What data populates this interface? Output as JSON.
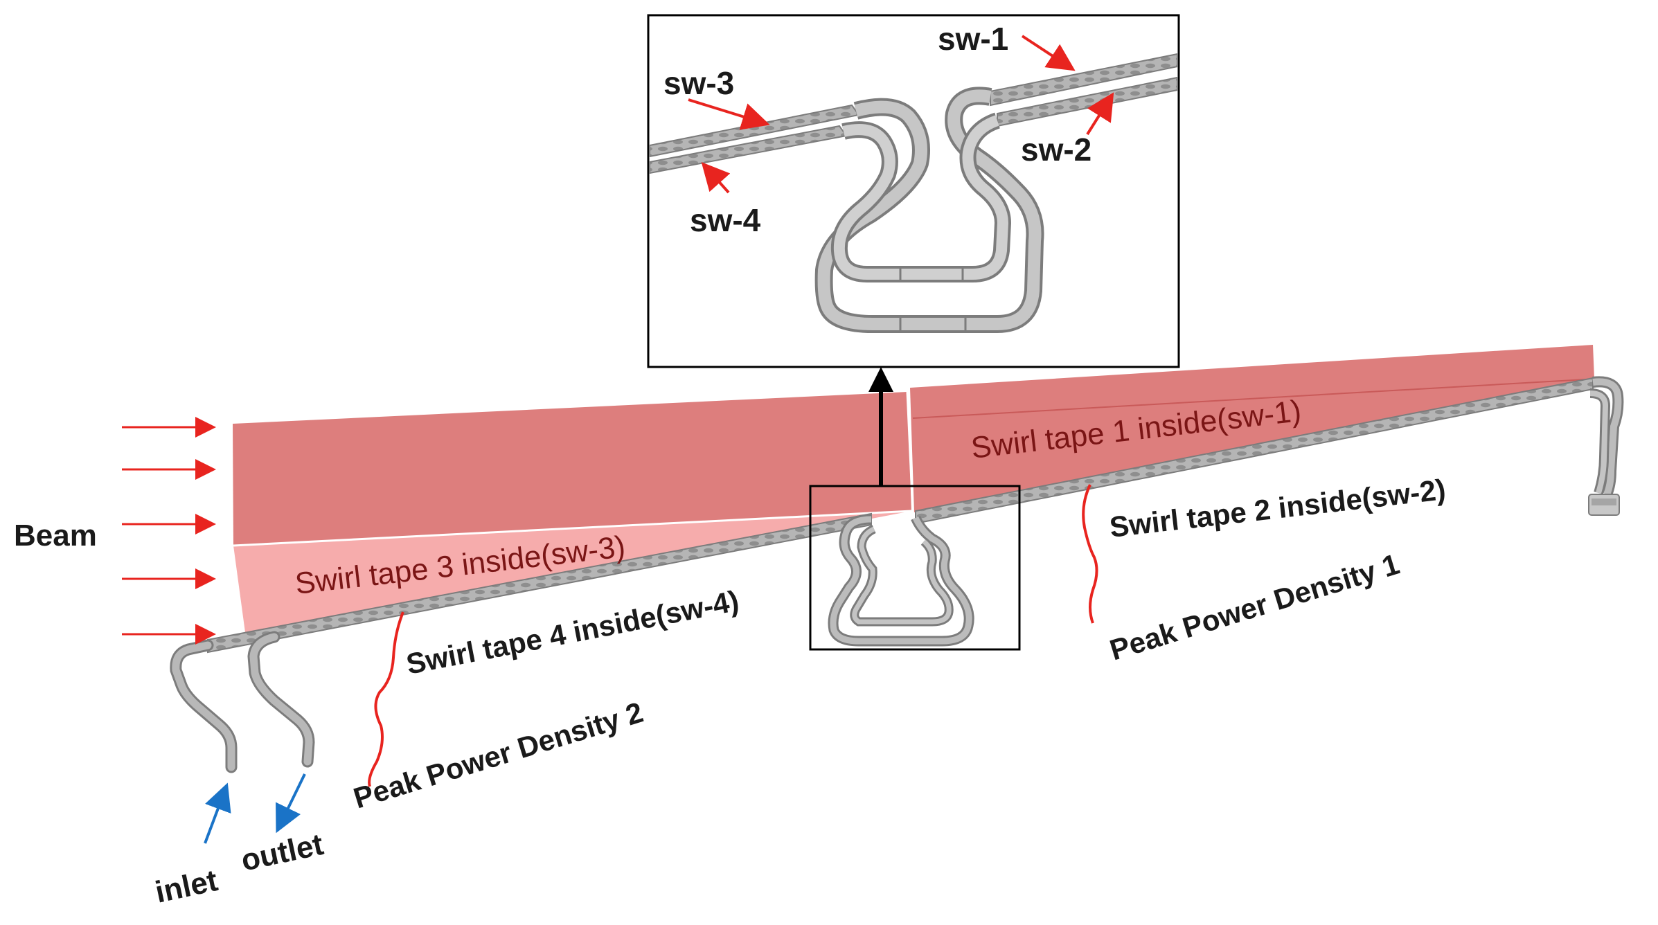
{
  "labels": {
    "beam": "Beam",
    "inlet": "inlet",
    "outlet": "outlet",
    "sw1_region": "Swirl tape 1 inside(sw-1)",
    "sw2_region": "Swirl tape 2 inside(sw-2)",
    "sw3_region": "Swirl tape 3 inside(sw-3)",
    "sw4_region": "Swirl tape 4 inside(sw-4)",
    "peak1": "Peak Power Density 1",
    "peak2": "Peak Power Density 2"
  },
  "inset": {
    "sw1": "sw-1",
    "sw2": "sw-2",
    "sw3": "sw-3",
    "sw4": "sw-4"
  },
  "colors": {
    "power_dark": "#d9706f",
    "power_light": "#f5a3a3",
    "region_text": "#7a1515",
    "beam_arrow": "#e8241f",
    "flow_arrow": "#1a73c7",
    "pipe": "#a8a8a8",
    "pipe_edge": "#7c7c7c",
    "text": "#1a1a1a"
  }
}
